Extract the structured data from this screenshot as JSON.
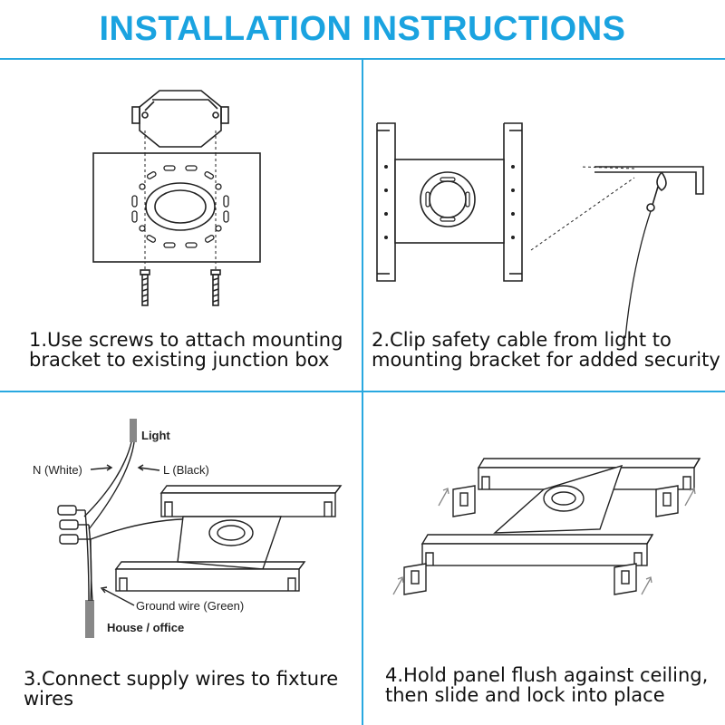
{
  "title": "INSTALLATION INSTRUCTIONS",
  "steps": [
    {
      "caption": "1.Use screws to attach mounting\nbracket to existing junction box"
    },
    {
      "caption": "2.Clip safety cable from light to\nmounting bracket for added security"
    },
    {
      "caption": "3.Connect supply wires to fixture\nwires"
    },
    {
      "caption": "4.Hold panel flush against ceiling,\nthen slide and lock into place"
    }
  ],
  "wiring_labels": {
    "light": "Light",
    "neutral": "N (White)",
    "live": "L (Black)",
    "ground": "Ground wire (Green)",
    "house": "House / office"
  },
  "colors": {
    "accent": "#1aa3e0",
    "divider": "#29a8e0",
    "line": "#222222"
  }
}
